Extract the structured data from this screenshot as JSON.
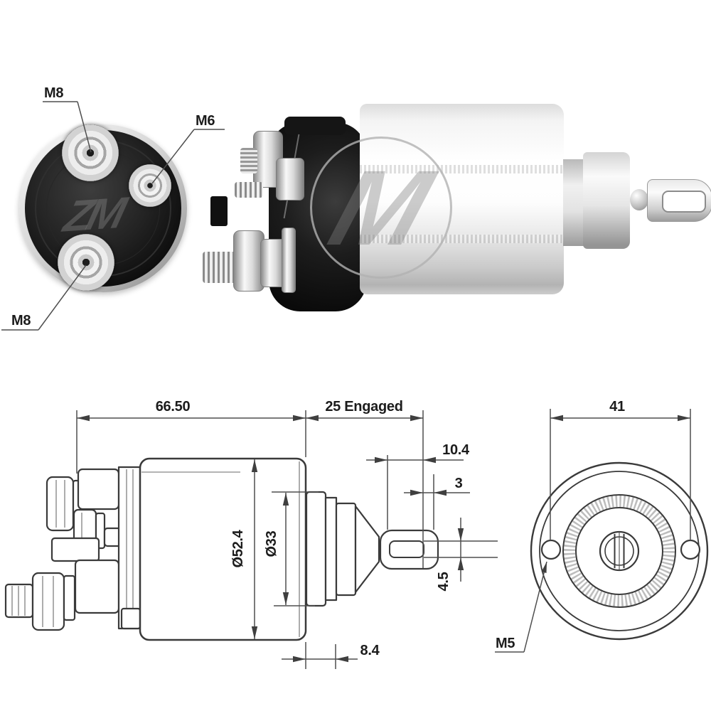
{
  "product": {
    "brand_watermark": "ZM",
    "brand_watermark_letter": "M"
  },
  "end_view": {
    "terminal_top_label": "M8",
    "terminal_side_label": "M6",
    "terminal_bottom_label": "M8"
  },
  "side_drawing": {
    "dim_body_length": "66.50",
    "dim_engaged": "25 Engaged",
    "dim_clevis_depth": "10.4",
    "dim_tip": "3",
    "dim_body_diameter": "Ø52.4",
    "dim_front_diameter": "Ø33",
    "dim_hole_height": "4.5",
    "dim_boss_length": "8.4"
  },
  "front_drawing": {
    "dim_hole_spacing": "41",
    "mounting_thread_label": "M5"
  },
  "colors": {
    "background": "#ffffff",
    "part_line": "#3a3a3a",
    "dimension_line": "#4f4f4f",
    "text": "#1c1c1c",
    "metal_light": "#f4f4f4",
    "metal_dark": "#9a9a9a",
    "plastic_black": "#121212"
  }
}
